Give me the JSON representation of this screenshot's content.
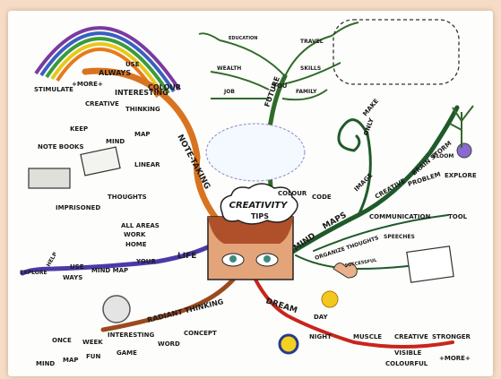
{
  "center": {
    "title": "CREATIVITY",
    "subtitle": "TIPS"
  },
  "branches": {
    "future": {
      "label": "FUTURE",
      "sub": [
        "EDUCATION",
        "TRAVEL",
        "WEALTH",
        "SKILLS",
        "JOB",
        "FAMILY",
        "YOU"
      ]
    },
    "note_taking": {
      "label": "NOTE-TAKING",
      "items": [
        "USE",
        "ALWAYS",
        "COLOUR",
        "+MORE+",
        "INTERESTING",
        "STIMULATE",
        "CREATIVE",
        "THINKING",
        "KEEP",
        "MAP",
        "NOTE BOOKS",
        "MIND",
        "LINEAR",
        "IMPRISONED",
        "THOUGHTS"
      ]
    },
    "life": {
      "label": "LIFE",
      "items": [
        "ALL AREAS",
        "WORK",
        "HOME",
        "HELP",
        "EXPLORE",
        "USE",
        "WAYS",
        "MIND MAP",
        "YOUR"
      ]
    },
    "radiant": {
      "label": "RADIANT THINKING",
      "items": [
        "ONCE",
        "WEEK",
        "INTERESTING",
        "CONCEPT",
        "GAME",
        "WORD",
        "MIND",
        "MAP",
        "FUN"
      ]
    },
    "dream": {
      "label": "DREAM",
      "items": [
        "DAY",
        "NIGHT",
        "MUSCLE",
        "CREATIVE",
        "STRONGER",
        "VISIBLE",
        "COLOURFUL",
        "+MORE+"
      ]
    },
    "mind_maps": {
      "label": "MIND",
      "label2": "MAPS",
      "items": [
        "ORGANIZE THOUGHTS",
        "SPEECHES",
        "SUCCESSFUL",
        "COMMUNICATION",
        "TOOL",
        "COLOUR",
        "CODE",
        "IMAGE",
        "ONLY",
        "MAKE",
        "CREATIVE",
        "BRAIN STORM",
        "BLOOM",
        "PROBLEM",
        "EXPLORE"
      ]
    }
  },
  "colors": {
    "future": "#2f6b2a",
    "note_taking": "#d9731f",
    "life": "#4a3aa8",
    "radiant": "#9a4a1e",
    "dream": "#c8251c",
    "mind_maps": "#1f5a2a",
    "text": "#1a1a1a"
  }
}
